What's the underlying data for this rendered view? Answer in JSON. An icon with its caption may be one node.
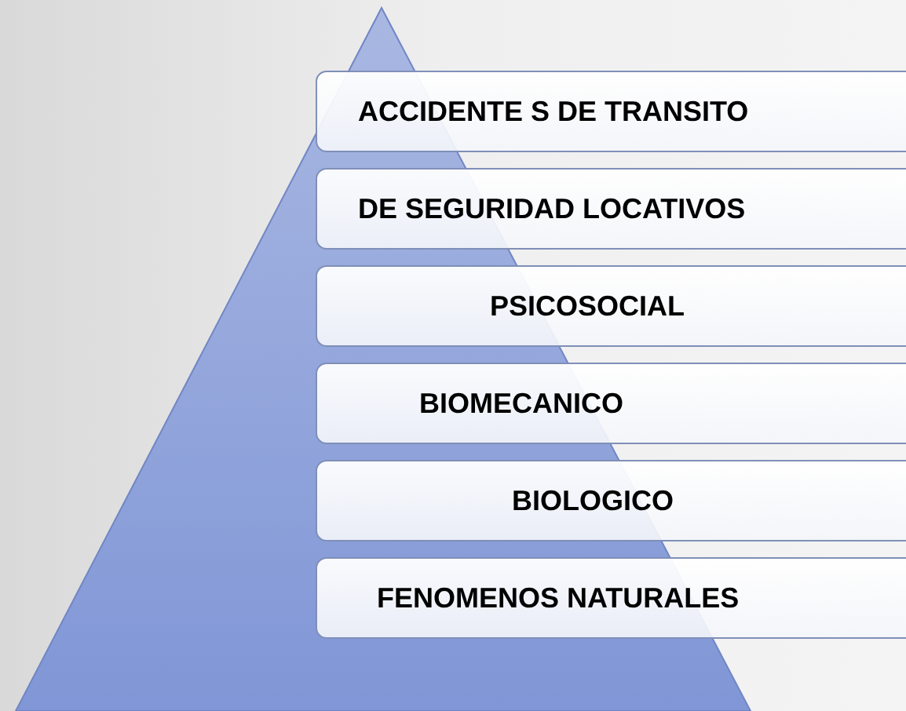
{
  "diagram": {
    "nodes": [
      {
        "text": [
          "ACCIDENTE S DE TRANSITO"
        ]
      },
      {
        "text": [
          "DE SEGURIDAD LOCATIVOS"
        ]
      },
      {
        "text": [
          "PSICOSOCIAL"
        ]
      },
      {
        "text": [
          "BIOMECANICO"
        ]
      },
      {
        "text": [
          "BIOLOGICO"
        ]
      },
      {
        "text": [
          "FENOMENOS NATURALES"
        ]
      }
    ]
  }
}
